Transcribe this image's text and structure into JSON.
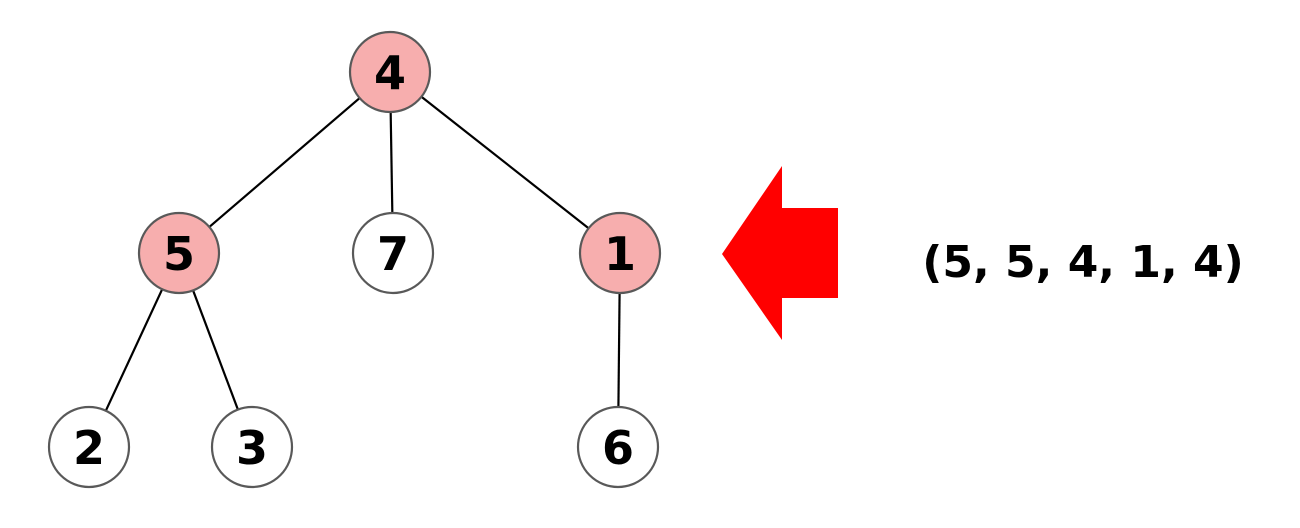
{
  "tree": {
    "colors": {
      "highlight": "#f7aeae",
      "plain": "#ffffff",
      "arrow": "#ff0000"
    },
    "nodes": [
      {
        "id": "n4",
        "label": "4",
        "highlighted": true
      },
      {
        "id": "n5",
        "label": "5",
        "highlighted": true
      },
      {
        "id": "n7",
        "label": "7",
        "highlighted": false
      },
      {
        "id": "n1",
        "label": "1",
        "highlighted": true
      },
      {
        "id": "n2",
        "label": "2",
        "highlighted": false
      },
      {
        "id": "n3",
        "label": "3",
        "highlighted": false
      },
      {
        "id": "n6",
        "label": "6",
        "highlighted": false
      }
    ],
    "edges": [
      [
        "n4",
        "n5"
      ],
      [
        "n4",
        "n7"
      ],
      [
        "n4",
        "n1"
      ],
      [
        "n5",
        "n2"
      ],
      [
        "n5",
        "n3"
      ],
      [
        "n1",
        "n6"
      ]
    ]
  },
  "result": {
    "sequence": "(5, 5, 4, 1, 4)"
  }
}
